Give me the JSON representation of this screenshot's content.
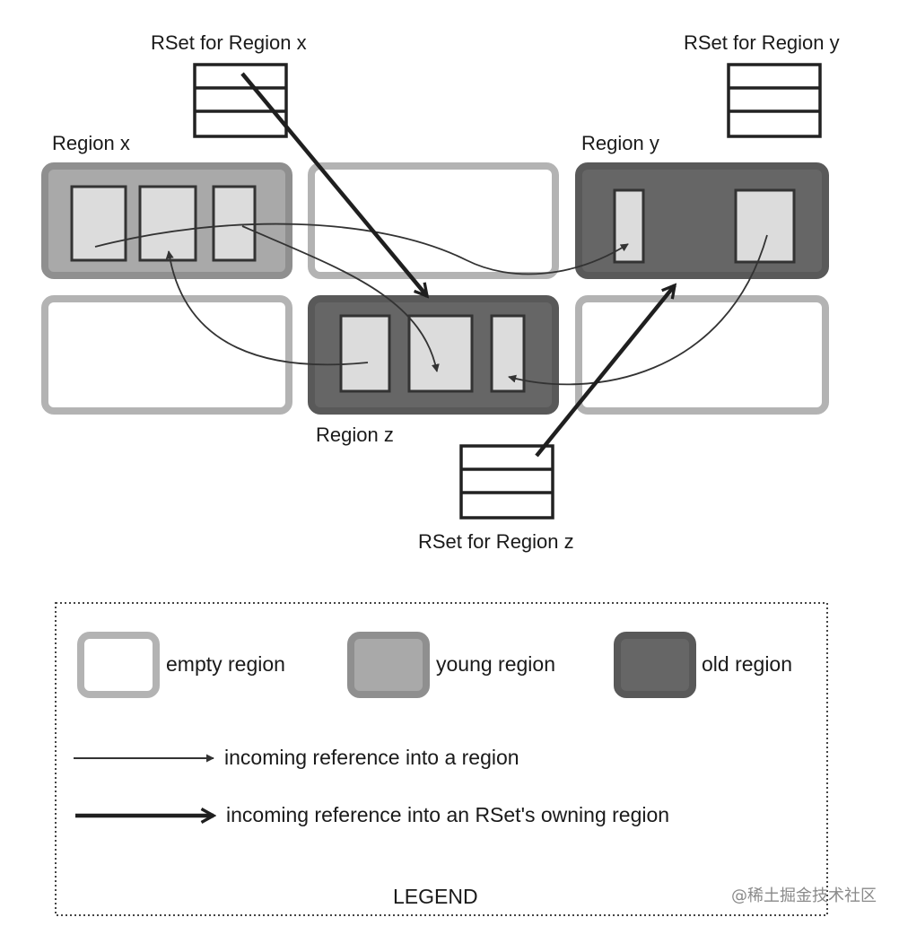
{
  "labels": {
    "rset_x": "RSet for Region x",
    "rset_y": "RSet for Region y",
    "rset_z": "RSet for Region z",
    "region_x": "Region x",
    "region_y": "Region y",
    "region_z": "Region z"
  },
  "legend": {
    "title": "LEGEND",
    "empty_region": "empty region",
    "young_region": "young region",
    "old_region": "old region",
    "incoming_reference": "incoming reference into a region",
    "incoming_rset_reference": "incoming reference into an RSet's owning region"
  },
  "watermark": "@稀土掘金技术社区",
  "colors": {
    "empty_border": "#b3b3b3",
    "young_fill": "#a9a9a9",
    "old_fill": "#666666",
    "object_fill": "#dcdcdc"
  }
}
